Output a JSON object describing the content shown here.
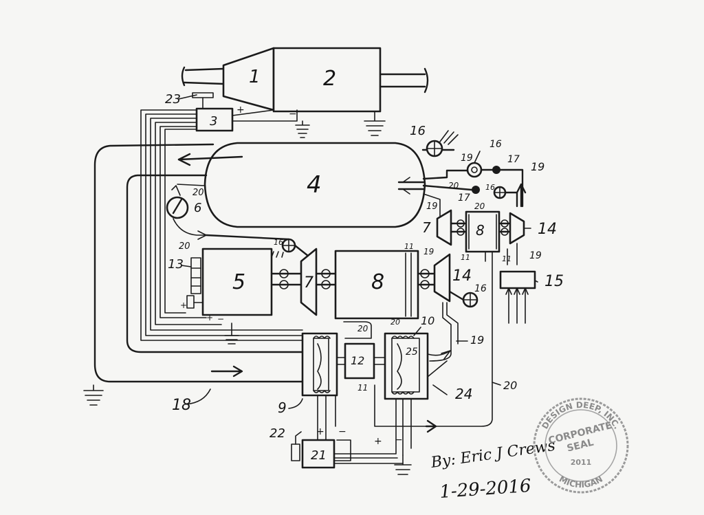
{
  "labels": {
    "turbine_1": "1",
    "generator_2": "2",
    "controller_3": "3",
    "tank_4": "4",
    "engine_5": "5",
    "gauge_6": "6",
    "turbine_7a": "7",
    "turbine_7b": "7",
    "generator_8a": "8",
    "generator_8b": "8",
    "unit_9": "9",
    "unit_10": "10",
    "l11a": "11",
    "l11b": "11",
    "l11c": "11",
    "l11d": "11",
    "unit_12": "12",
    "l13": "13",
    "l14a": "14",
    "l14b": "14",
    "unit_15": "15",
    "l16a": "16",
    "l16b": "16",
    "l16c": "16",
    "l16d": "16",
    "l16e": "16",
    "l17a": "17",
    "l17b": "17",
    "l18": "18",
    "l19a": "19",
    "l19b": "19",
    "l19c": "19",
    "l19d": "19",
    "l19e": "19",
    "l19f": "19",
    "l20a": "20",
    "l20b": "20",
    "l20c": "20",
    "l20d": "20",
    "l20e": "20",
    "l20f": "20",
    "l20g": "20",
    "unit_21": "21",
    "l22": "22",
    "l23": "23",
    "l24": "24",
    "l25": "25"
  },
  "signature": {
    "by": "By: Eric J Crews",
    "date": "1-29-2016"
  },
  "seal": {
    "top": "DESIGN DEEP, INC.",
    "line1": "CORPORATE",
    "line2": "SEAL",
    "year": "2011",
    "bottom": "MICHIGAN"
  },
  "colors": {
    "ink": "#1b1b1b",
    "paper": "#f6f6f4",
    "seal": "#9a9a9a"
  }
}
